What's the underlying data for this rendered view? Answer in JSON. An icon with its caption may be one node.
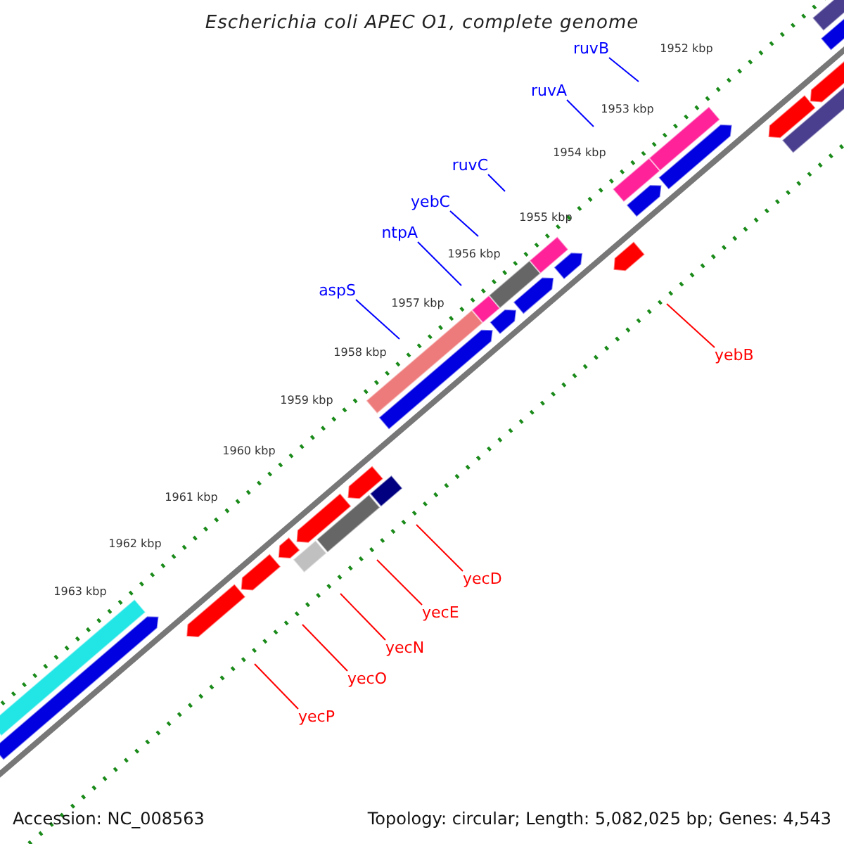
{
  "diagram": {
    "title": "Escherichia coli APEC O1, complete genome",
    "nodes": [
      {
        "text": [
          "ruvB"
        ]
      },
      {
        "text": [
          "ruvA"
        ]
      },
      {
        "text": [
          "ruvC"
        ]
      },
      {
        "text": [
          "yebC"
        ]
      },
      {
        "text": [
          "ntpA"
        ]
      },
      {
        "text": [
          "aspS"
        ]
      },
      {
        "text": [
          "yebB"
        ]
      },
      {
        "text": [
          "yecD"
        ]
      },
      {
        "text": [
          "yecE"
        ]
      },
      {
        "text": [
          "yecN"
        ]
      },
      {
        "text": [
          "yecO"
        ]
      },
      {
        "text": [
          "yecP"
        ]
      }
    ],
    "edges": [
      {
        "from": 0,
        "to": null,
        "arrow": "none"
      },
      {
        "from": 1,
        "to": null,
        "arrow": "none"
      },
      {
        "from": 2,
        "to": null,
        "arrow": "none"
      },
      {
        "from": 3,
        "to": null,
        "arrow": "none"
      },
      {
        "from": 4,
        "to": null,
        "arrow": "none"
      },
      {
        "from": 5,
        "to": null,
        "arrow": "none"
      },
      {
        "from": 6,
        "to": null,
        "arrow": "none",
        "color": "#ff0000"
      },
      {
        "from": 7,
        "to": null,
        "arrow": "none",
        "color": "#ff0000"
      },
      {
        "from": 8,
        "to": null,
        "arrow": "none",
        "color": "#ff0000"
      },
      {
        "from": 9,
        "to": null,
        "arrow": "none",
        "color": "#ff0000"
      },
      {
        "from": 10,
        "to": null,
        "arrow": "none",
        "color": "#ff0000"
      },
      {
        "from": 11,
        "to": null,
        "arrow": "none",
        "color": "#ff0000"
      }
    ],
    "labels": [
      "1952 kbp",
      "1953 kbp",
      "1954 kbp",
      "1955 kbp",
      "1956 kbp",
      "1957 kbp",
      "1958 kbp",
      "1959 kbp",
      "1960 kbp",
      "1961 kbp",
      "1962 kbp",
      "1963 kbp",
      "Accession: NC_008563",
      "Topology: circular; Length: 5,082,025 bp; Genes: 4,543"
    ]
  }
}
